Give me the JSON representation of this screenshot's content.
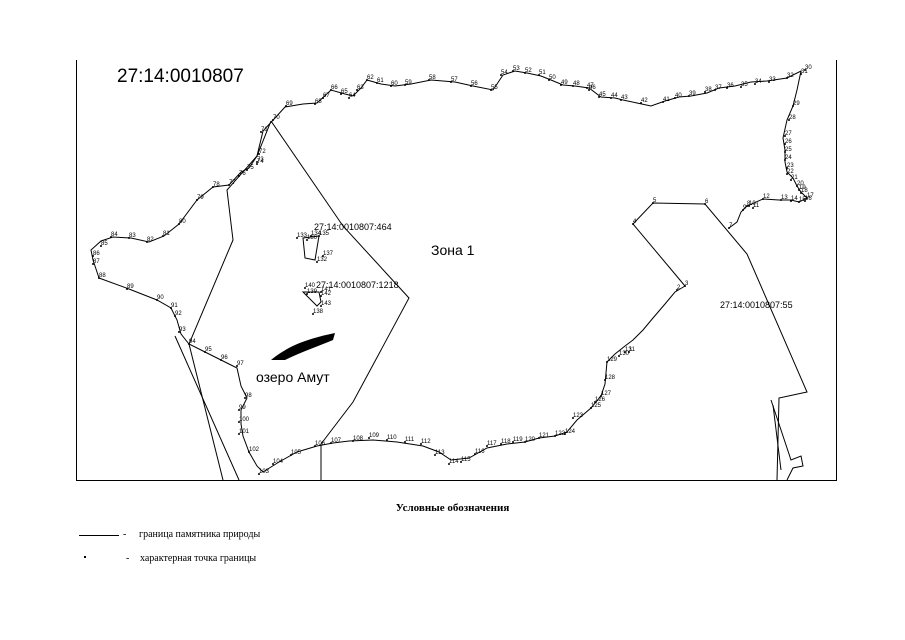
{
  "map": {
    "cadastral_main": "27:14:0010807",
    "parcel_464": "27:14:0010807:464",
    "parcel_1218": "27:14:0010807:1218",
    "parcel_55": "27:14:0010807:55",
    "zone_label": "Зона 1",
    "lake_label": "озеро Амут"
  },
  "legend": {
    "title": "Условные обозначения",
    "items": [
      {
        "symbol": "line",
        "dash": "-",
        "text": "граница памятника природы"
      },
      {
        "symbol": "point",
        "dash": "-",
        "text": "характерная точка границы"
      }
    ]
  },
  "boundary_point_numbers": [
    "1",
    "2",
    "3",
    "4",
    "5",
    "6",
    "7",
    "8",
    "9",
    "10",
    "11",
    "12",
    "13",
    "14",
    "15",
    "16",
    "17",
    "18",
    "19",
    "20",
    "21",
    "22",
    "23",
    "24",
    "25",
    "26",
    "27",
    "28",
    "29",
    "30",
    "31",
    "32",
    "33",
    "34",
    "35",
    "36",
    "37",
    "38",
    "39",
    "40",
    "41",
    "42",
    "43",
    "44",
    "45",
    "46",
    "47",
    "48",
    "49",
    "50",
    "51",
    "52",
    "53",
    "54",
    "55",
    "56",
    "57",
    "58",
    "59",
    "60",
    "61",
    "62",
    "63",
    "64",
    "65",
    "66",
    "67",
    "68",
    "69",
    "70",
    "71",
    "72",
    "73",
    "74",
    "75",
    "76",
    "77",
    "78",
    "79",
    "80",
    "81",
    "82",
    "83",
    "84",
    "85",
    "86",
    "87",
    "88",
    "89",
    "90",
    "91",
    "92",
    "93",
    "94",
    "95",
    "96",
    "97",
    "98",
    "99",
    "100",
    "101",
    "102",
    "103",
    "104",
    "105",
    "106",
    "107",
    "108",
    "109",
    "110",
    "111",
    "112",
    "113",
    "114",
    "115",
    "116",
    "117",
    "118",
    "119",
    "120",
    "121",
    "122",
    "123",
    "124",
    "125",
    "126",
    "127",
    "128",
    "129",
    "130",
    "131",
    "132",
    "133",
    "134",
    "135",
    "136",
    "137",
    "138",
    "139",
    "140",
    "141",
    "142",
    "143"
  ]
}
